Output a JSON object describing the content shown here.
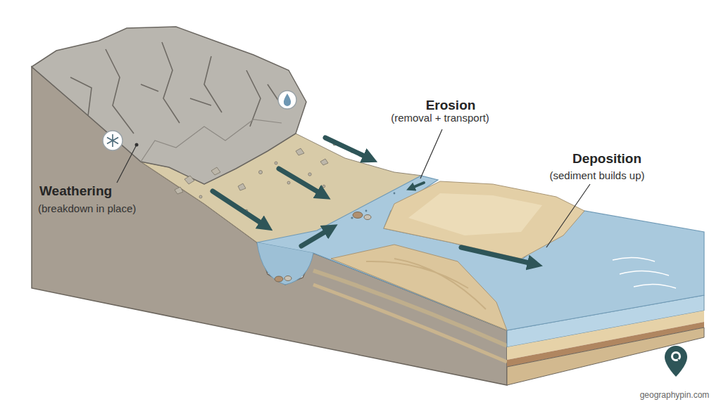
{
  "diagram": {
    "labels": [
      "Weathering",
      "(breakdown in place)",
      "Erosion",
      "(removal + transport)",
      "Deposition",
      "(sediment builds up)",
      "geographypin.com"
    ]
  }
}
